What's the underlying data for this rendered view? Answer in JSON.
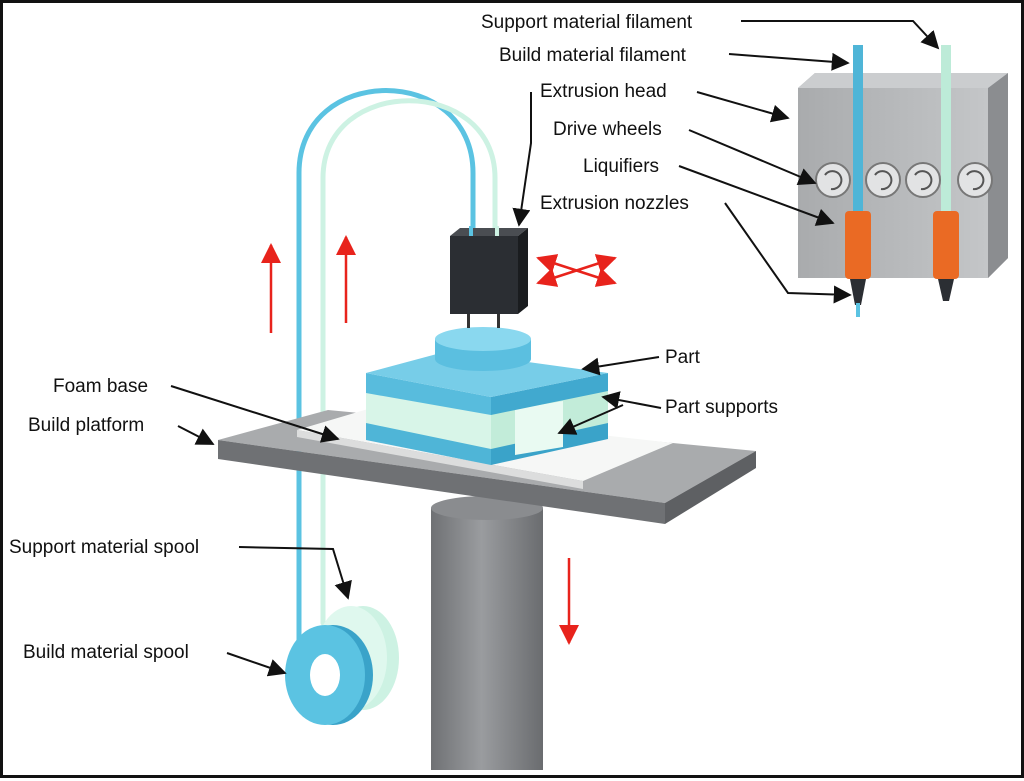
{
  "labels": {
    "support_filament": "Support material filament",
    "build_filament": "Build material filament",
    "extrusion_head": "Extrusion head",
    "drive_wheels": "Drive wheels",
    "liquifiers": "Liquifiers",
    "extrusion_nozzles": "Extrusion nozzles",
    "part": "Part",
    "part_supports": "Part supports",
    "foam_base": "Foam base",
    "build_platform": "Build platform",
    "support_spool": "Support material spool",
    "build_spool": "Build material spool"
  },
  "colors": {
    "build_material": "#5bc3e2",
    "support_material": "#cdf2e3",
    "motion_arrows": "#e8231c",
    "liquifier": "#ea6a24",
    "extrusion_head_body": "#2b2e33",
    "platform": "#8e8f91",
    "column": "#7d7f82"
  }
}
